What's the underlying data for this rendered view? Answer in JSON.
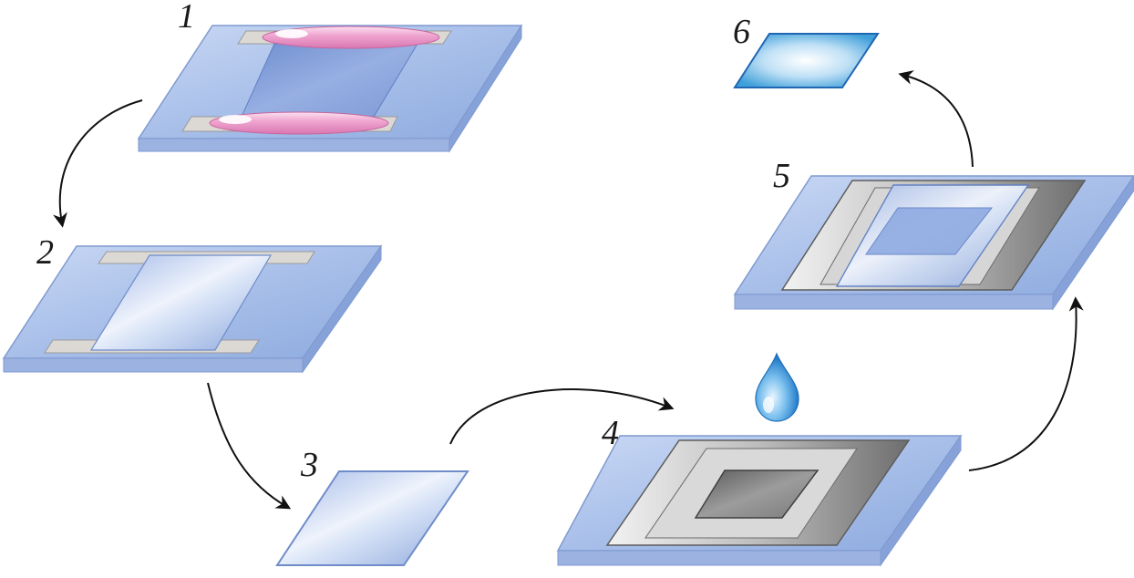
{
  "steps": [
    {
      "number": "1"
    },
    {
      "number": "2"
    },
    {
      "number": "3"
    },
    {
      "number": "4"
    },
    {
      "number": "5"
    },
    {
      "number": "6"
    }
  ],
  "colors": {
    "substrate_top": "#a9c0e8",
    "substrate_side": "#7f9ad0",
    "electrode": "#d9d6d2",
    "droplet": "#f0a8d2",
    "film": "#c9d9f3",
    "frame": "#8e8e8e",
    "frame_light": "#e4e4e4",
    "arrow": "#111111",
    "water_drop": "#3a8fd6"
  },
  "icons": {
    "arrow": "curved-arrow",
    "water": "water-drop"
  }
}
